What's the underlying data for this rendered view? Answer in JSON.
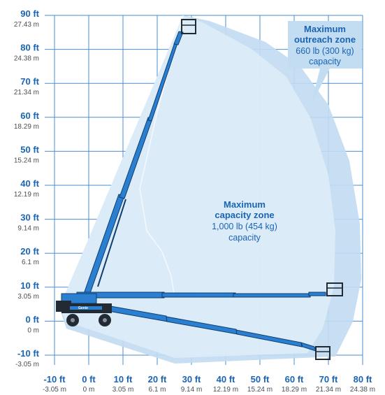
{
  "colors": {
    "axis_label": "#1a64b4",
    "grid": "#4a8fd2",
    "envelope_light": "#dcebf8",
    "envelope_mid": "#c2dcf2",
    "boom_blue": "#2a7fd0",
    "boom_dark": "#0f3d6e",
    "machine_dark": "#222a33",
    "capacity_text": "#1a64b4"
  },
  "diagram": {
    "x_ticks": [
      {
        "ft": "-10 ft",
        "m": "-3.05 m"
      },
      {
        "ft": "0 ft",
        "m": "0 m"
      },
      {
        "ft": "10 ft",
        "m": "3.05 m"
      },
      {
        "ft": "20 ft",
        "m": "6.1 m"
      },
      {
        "ft": "30 ft",
        "m": "9.14 m"
      },
      {
        "ft": "40 ft",
        "m": "12.19 m"
      },
      {
        "ft": "50 ft",
        "m": "15.24 m"
      },
      {
        "ft": "60 ft",
        "m": "18.29 m"
      },
      {
        "ft": "70 ft",
        "m": "21.34 m"
      },
      {
        "ft": "80 ft",
        "m": "24.38 m"
      }
    ],
    "y_ticks": [
      {
        "ft": "90 ft",
        "m": "27.43 m"
      },
      {
        "ft": "80 ft",
        "m": "24.38 m"
      },
      {
        "ft": "70 ft",
        "m": "21.34 m"
      },
      {
        "ft": "60 ft",
        "m": "18.29 m"
      },
      {
        "ft": "50 ft",
        "m": "15.24 m"
      },
      {
        "ft": "40 ft",
        "m": "12.19 m"
      },
      {
        "ft": "30 ft",
        "m": "9.14 m"
      },
      {
        "ft": "20 ft",
        "m": "6.1 m"
      },
      {
        "ft": "10 ft",
        "m": "3.05 m"
      },
      {
        "ft": "0 ft",
        "m": "0 m"
      },
      {
        "ft": "-10 ft",
        "m": "-3.05 m"
      }
    ],
    "outreach_zone": {
      "title_line1": "Maximum",
      "title_line2": "outreach zone",
      "capacity": "660 lb (300 kg)",
      "capacity_word": "capacity"
    },
    "capacity_zone": {
      "title_line1": "Maximum",
      "title_line2": "capacity zone",
      "capacity": "1,000 lb (454 kg)",
      "capacity_word": "capacity"
    },
    "machine_brand": "Genie"
  }
}
